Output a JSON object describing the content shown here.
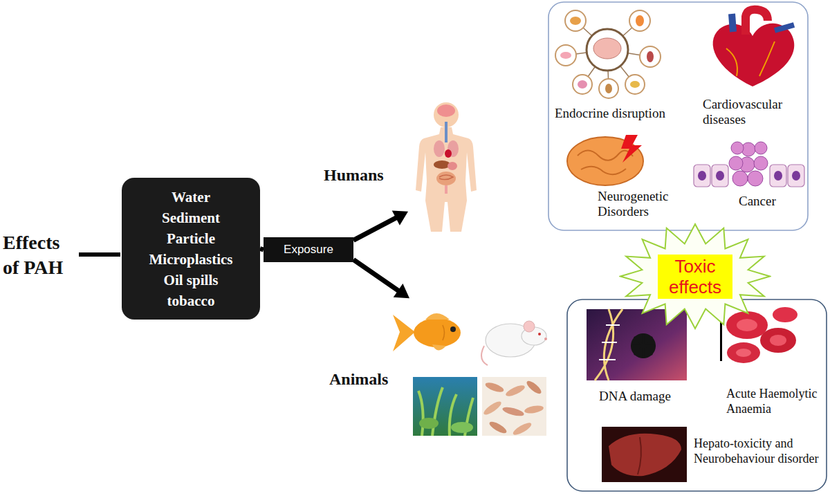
{
  "diagram": {
    "nodes": [
      {
        "text": [
          "Water",
          "Sediment",
          "Particle",
          "Microplastics",
          "Oil spills",
          "tobacco"
        ]
      },
      {
        "text": [
          "Exposure"
        ]
      },
      {
        "text": [
          "Humans"
        ]
      },
      {
        "text": [
          "Animals"
        ]
      },
      {
        "text": [
          "Toxic effects"
        ]
      }
    ],
    "edges": [
      {
        "from": 0,
        "to": 1,
        "arrow": "none"
      },
      {
        "from": 1,
        "to": 2,
        "arrow": "to"
      },
      {
        "from": 1,
        "to": 3,
        "arrow": "to"
      }
    ],
    "labels": [
      "Effects of PAH",
      "Endocrine disruption",
      "Cardiovascular diseases",
      "Neurogenetic Disorders",
      "Cancer",
      "DNA damage",
      "Acute Haemolytic Anaemia",
      "Hepato-toxicity and Neurobehaviour disorder"
    ]
  }
}
